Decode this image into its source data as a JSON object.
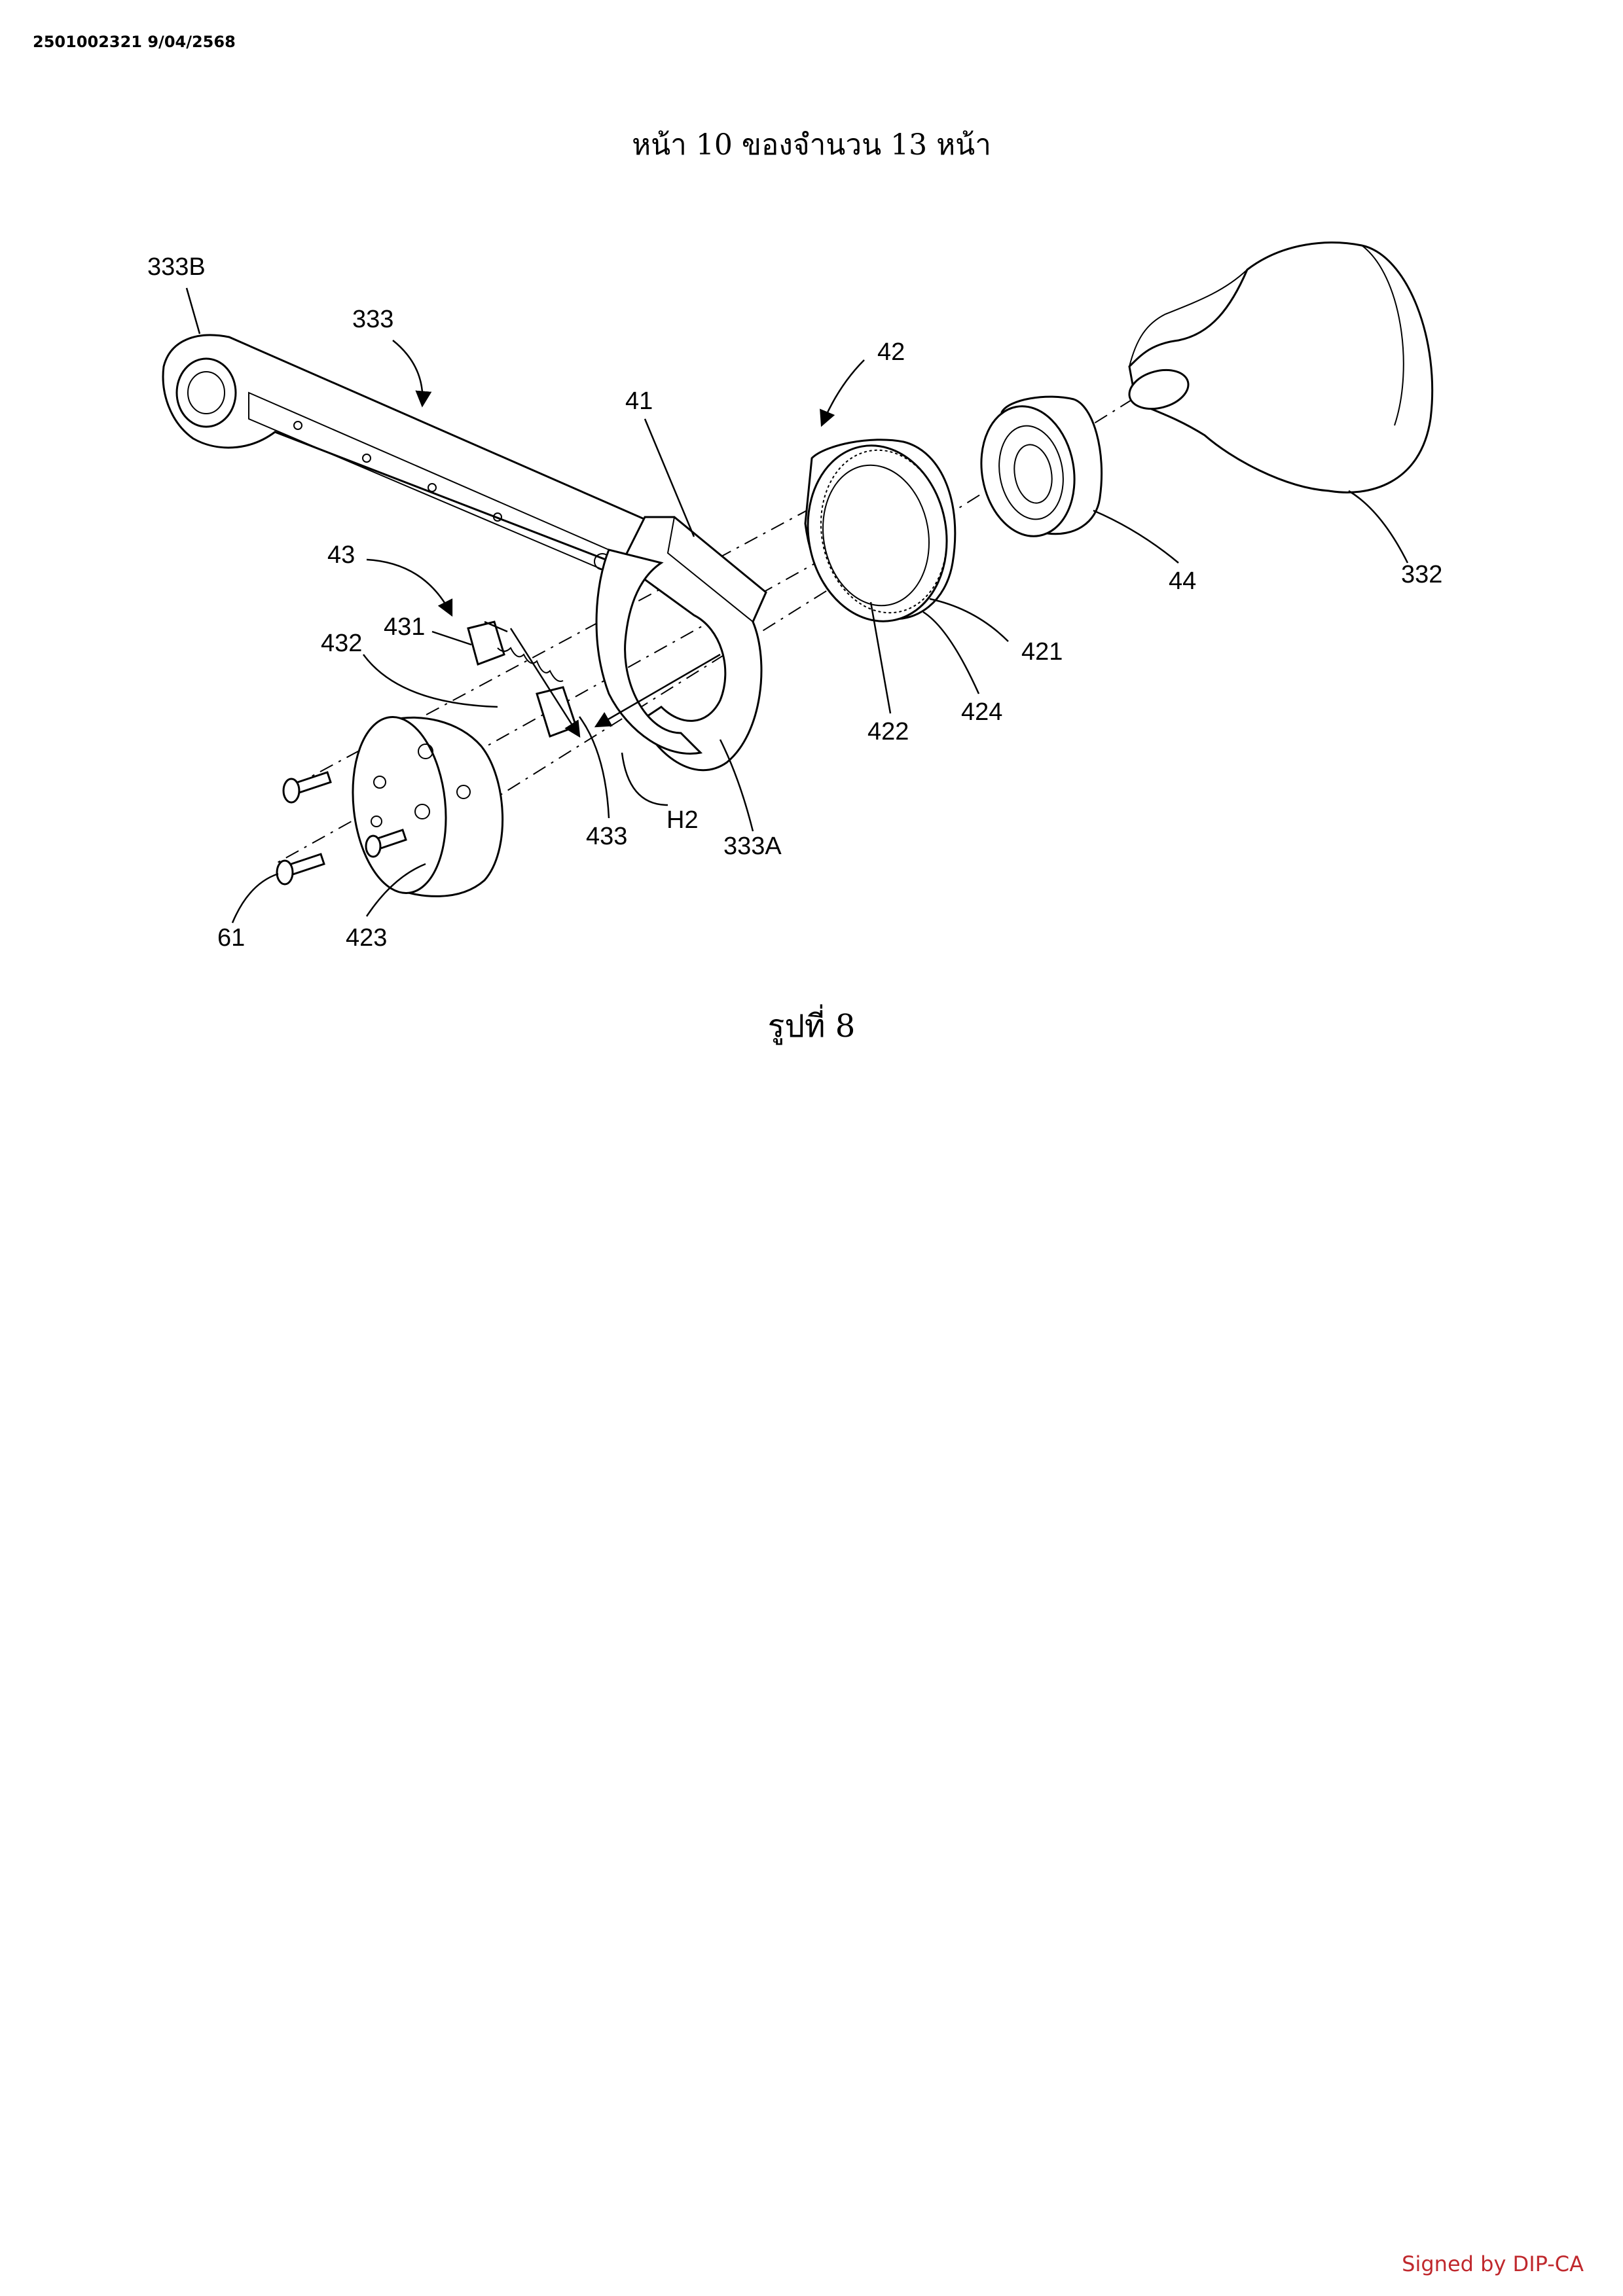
{
  "document": {
    "header_id": "2501002321 9/04/2568",
    "page_counter": "หน้า 10 ของจำนวน 13 หน้า",
    "figure_caption": "รูปที่ 8",
    "signature": "Signed by DIP-CA"
  },
  "colors": {
    "signature": "#c0282d",
    "ink": "#000000"
  },
  "callouts": {
    "c333B": "333B",
    "c333": "333",
    "c41": "41",
    "c42": "42",
    "c44": "44",
    "c332": "332",
    "c43": "43",
    "c431": "431",
    "c432": "432",
    "c421": "421",
    "c424": "424",
    "c422": "422",
    "c433": "433",
    "cH2": "H2",
    "c333A": "333A",
    "c61": "61",
    "c423": "423"
  }
}
